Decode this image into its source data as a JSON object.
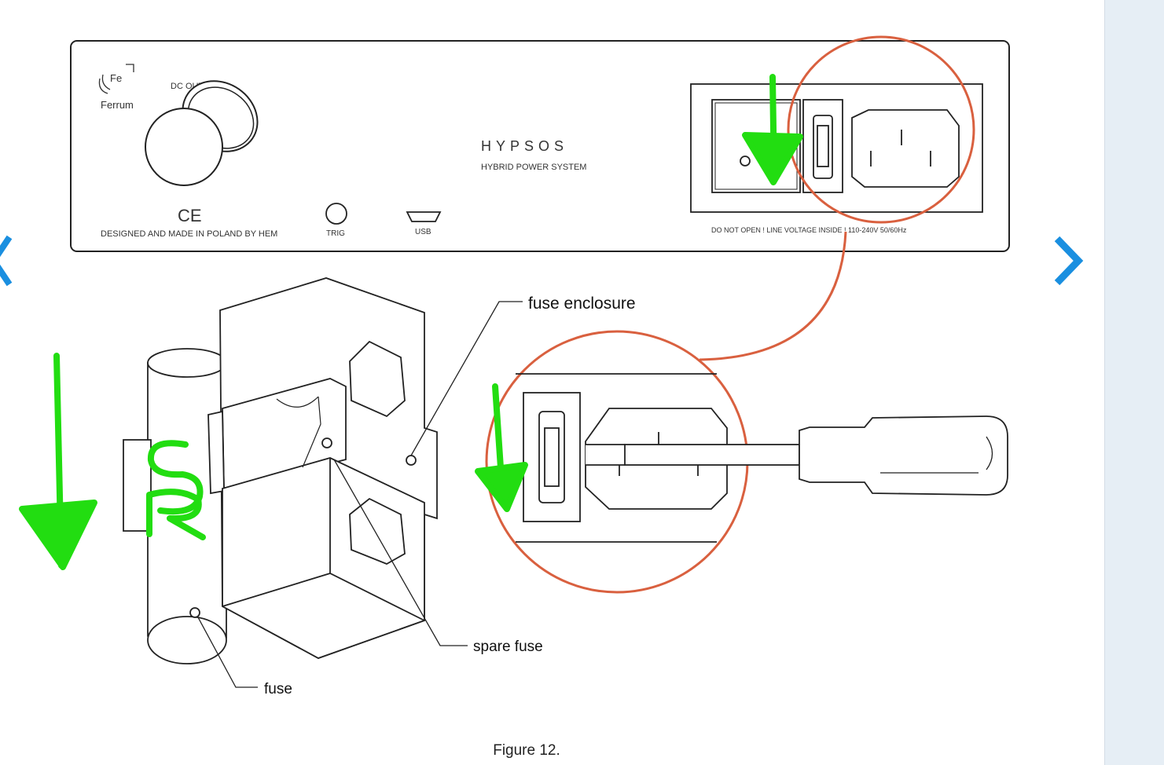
{
  "device": {
    "brand": "Ferrum",
    "logo_text": "Fe",
    "dc_label": "DC OUT",
    "model": "HYPSOS",
    "subtitle": "HYBRID POWER SYSTEM",
    "ce_mark": "CE",
    "designed_text": "DESIGNED AND MADE IN POLAND BY HEM",
    "trig_label": "TRIG",
    "usb_label": "USB",
    "warning_text": "DO NOT OPEN ! LINE VOLTAGE INSIDE ! 110-240V 50/60Hz"
  },
  "labels": {
    "fuse_enclosure": "fuse enclosure",
    "spare_fuse": "spare fuse",
    "fuse": "fuse"
  },
  "annotation": {
    "handwritten": "SR",
    "color": "#22dd11"
  },
  "caption": "Figure 12.",
  "nav": {
    "prev_icon": "chevron-left-icon",
    "next_icon": "chevron-right-icon"
  },
  "colors": {
    "accent": "#1a8fe0",
    "callout_circle": "#d9603f",
    "annotation_green": "#22dd11"
  }
}
